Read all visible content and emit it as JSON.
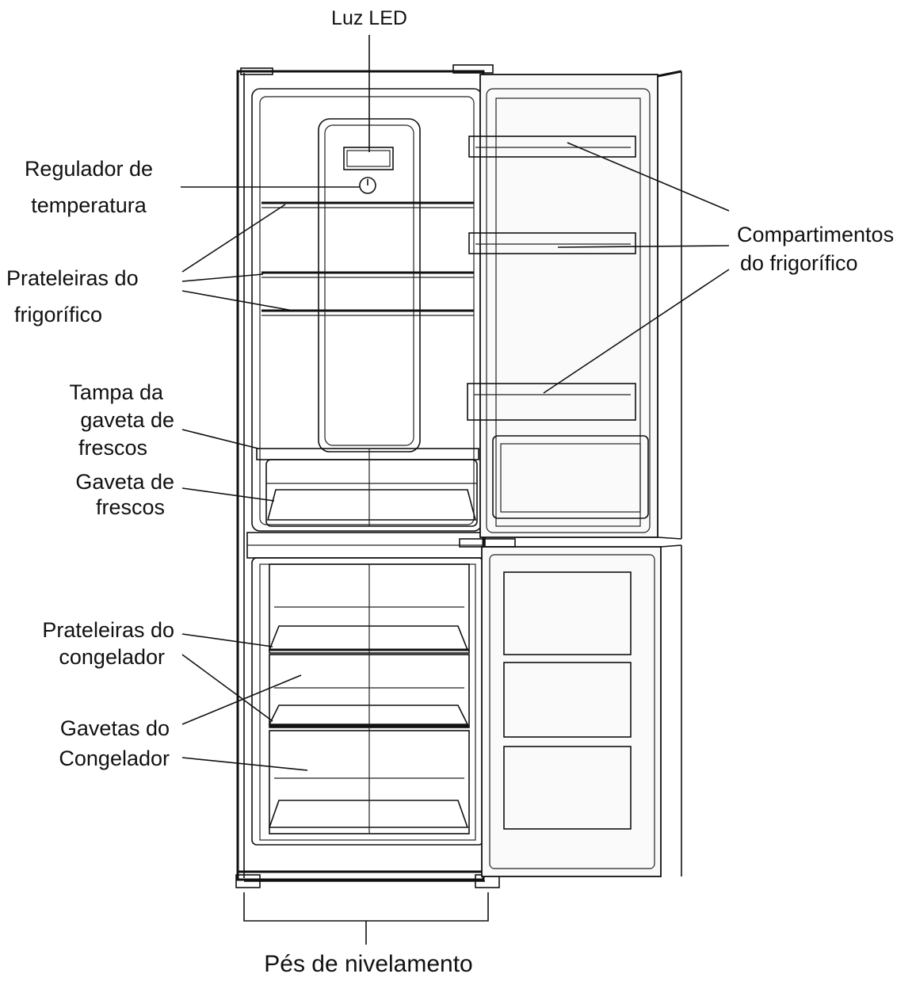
{
  "labels": {
    "led": "Luz LED",
    "regulator": [
      "Regulador de",
      "temperatura"
    ],
    "fridge_shelves": [
      "Prateleiras do",
      "frigorífico"
    ],
    "crisper_cover": [
      "Tampa da",
      "gaveta de",
      "frescos"
    ],
    "crisper": [
      "Gaveta de",
      "frescos"
    ],
    "freezer_shelves": [
      "Prateleiras do",
      "congelador"
    ],
    "freezer_drawers": [
      "Gavetas do",
      "Congelador"
    ],
    "door_compartments": [
      "Compartimentos",
      "do frigorífico"
    ],
    "leveling_feet": "Pés de nivelamento"
  },
  "colors": {
    "line": "#111111",
    "background": "#ffffff"
  }
}
